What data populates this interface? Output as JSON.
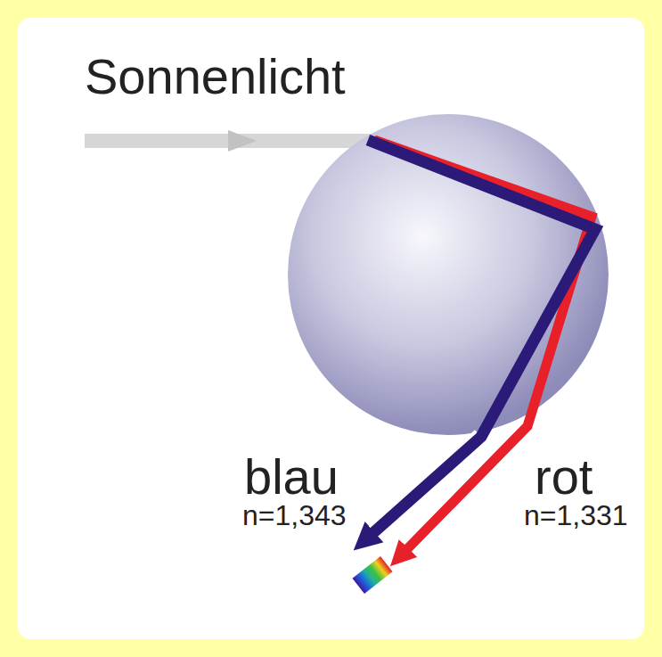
{
  "diagram": {
    "labels": [
      "Sonnenlicht",
      "blau",
      "n=1,343",
      "rot",
      "n=1,331"
    ]
  }
}
